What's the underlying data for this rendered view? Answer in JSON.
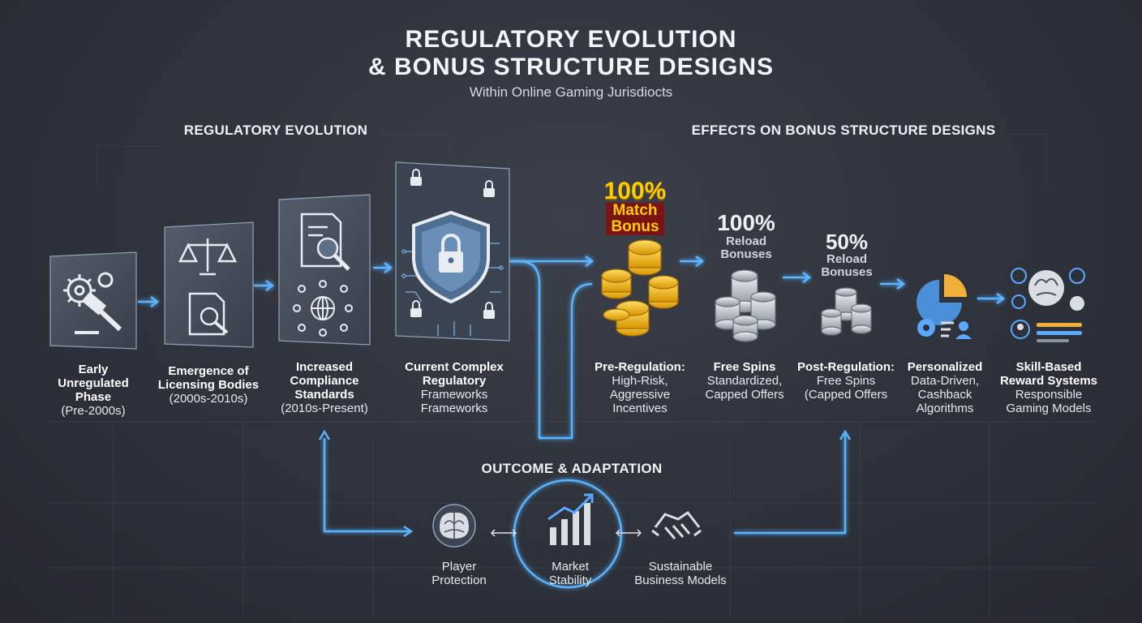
{
  "header": {
    "title_line1": "REGULATORY EVOLUTION",
    "title_line2": "& BONUS STRUCTURE DESIGNS",
    "subtitle": "Within Online Gaming Jurisdiocts"
  },
  "sections": {
    "regulatory": "REGULATORY EVOLUTION",
    "effects": "EFFECTS ON BONUS STRUCTURE DESIGNS",
    "outcome": "OUTCOME & ADAPTATION"
  },
  "regulatory_stages": [
    {
      "lines": [
        "Early",
        "Unregulated",
        "Phase",
        "(Pre-2000s)"
      ]
    },
    {
      "lines": [
        "Emergence of",
        "Licensing Bodies",
        "(2000s-2010s)"
      ]
    },
    {
      "lines": [
        "Increased",
        "Compliance",
        "Standards",
        "(2010s-Present)"
      ]
    },
    {
      "lines": [
        "Current Complex",
        "Regulatory",
        "Frameworks",
        "Frameworks"
      ]
    }
  ],
  "bonus_stages": [
    {
      "badge": [
        "100%",
        "Match",
        "Bonus"
      ],
      "lines": [
        "Pre-Regulation:",
        "High-Risk,",
        "Aggressive",
        "Incentives"
      ]
    },
    {
      "badge": [
        "100%",
        "Reload",
        "Bonuses"
      ],
      "lines": [
        "Free Spins",
        "Standardized,",
        "Capped Offers"
      ]
    },
    {
      "badge": [
        "50%",
        "Reload",
        "Bonuses"
      ],
      "lines": [
        "Post-Regulation:",
        "Free Spins",
        "(Capped Offers"
      ]
    },
    {
      "lines": [
        "Personalized",
        "Data-Driven,",
        "Cashback",
        "Algorithms"
      ]
    },
    {
      "lines": [
        "Skill-Based",
        "Reward Systems",
        "Responsible",
        "Gaming Models"
      ]
    }
  ],
  "outcomes": [
    {
      "lines": [
        "Player",
        "Protection"
      ]
    },
    {
      "lines": [
        "Market",
        "Stability"
      ]
    },
    {
      "lines": [
        "Sustainable",
        "Business Models"
      ]
    }
  ],
  "icons": [
    "gears-gavel-icon",
    "scales-icon",
    "document-search-icon",
    "network-globe-icon",
    "shield-lock-icon",
    "gold-coins-icon",
    "silver-coins-icon",
    "analytics-pie-icon",
    "brain-network-icon",
    "handshake-icon",
    "growth-chart-icon"
  ],
  "colors": {
    "accent_blue": "#4aa8ff",
    "gold": "#f5b800",
    "badge_red": "#7a1414",
    "background": "#2c3038"
  }
}
